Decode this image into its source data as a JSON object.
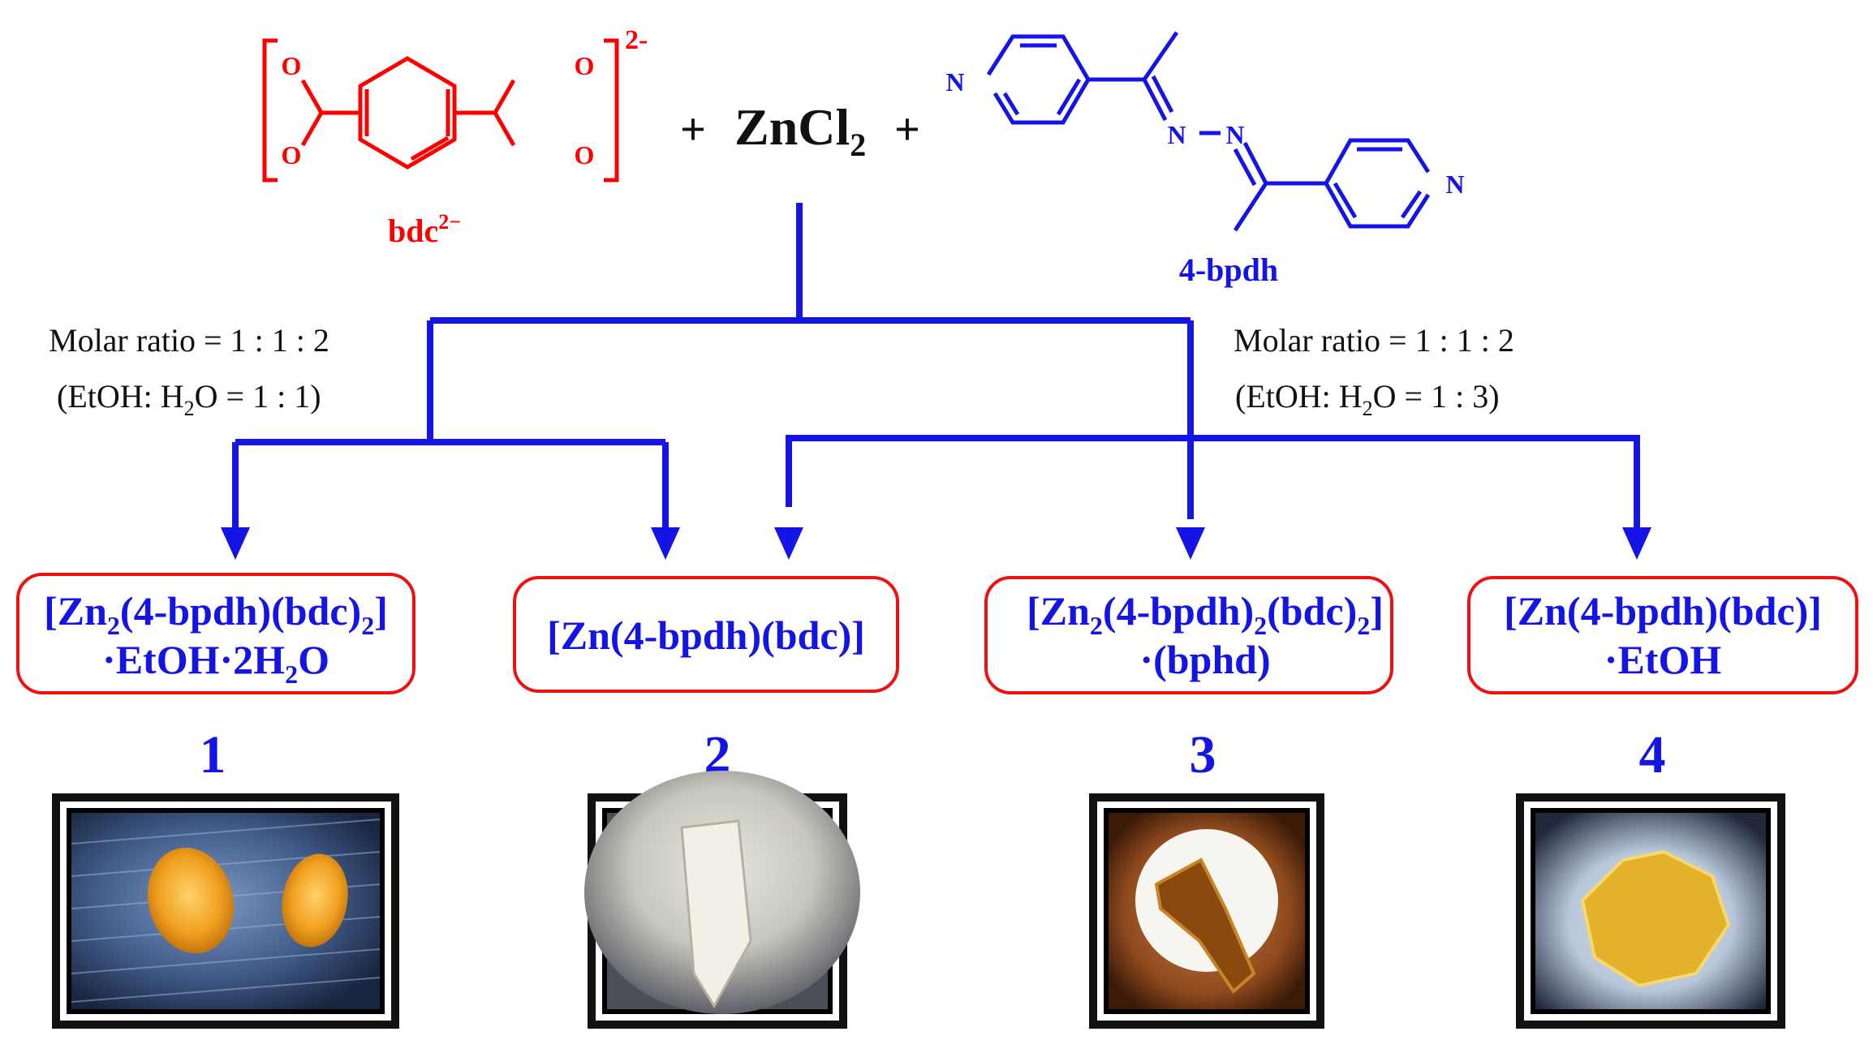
{
  "reactants": {
    "bdc": {
      "label": "bdc",
      "charge": "2−",
      "bracket_charge": "2-",
      "atom_o": "O"
    },
    "plus_1": "+",
    "zncl2": {
      "main": "ZnCl",
      "sub": "2"
    },
    "plus_2": "+",
    "bpdh": {
      "label": "4-bpdh",
      "atom_n": "N"
    }
  },
  "conditions": {
    "left": {
      "ratio": "Molar ratio = 1 : 1 : 2",
      "solvent_pre": "(EtOH: H",
      "solvent_sub": "2",
      "solvent_post": "O = 1 : 1)"
    },
    "right": {
      "ratio": "Molar ratio = 1 : 1 : 2",
      "solvent_pre": "(EtOH: H",
      "solvent_sub": "2",
      "solvent_post": "O = 1 : 3)"
    }
  },
  "products": [
    {
      "number": "1",
      "line1": {
        "a": "[Zn",
        "s1": "2",
        "b": "(4-bpdh)(bdc)",
        "s2": "2",
        "c": "]"
      },
      "line2": {
        "a": "·EtOH·2H",
        "s1": "2",
        "b": "O"
      }
    },
    {
      "number": "2",
      "line1": {
        "a": "[Zn(4-bpdh)(bdc)]"
      }
    },
    {
      "number": "3",
      "line1": {
        "a": "[Zn",
        "s1": "2",
        "b": "(4-bpdh)",
        "s2": "2",
        "c": "(bdc)",
        "s3": "2",
        "d": "]"
      },
      "line2": {
        "a": "·(bphd)"
      }
    },
    {
      "number": "4",
      "line1": {
        "a": "[Zn(4-bpdh)(bdc)]"
      },
      "line2": {
        "a": "·EtOH"
      }
    }
  ],
  "colors": {
    "bdc": "#ff0000",
    "ligand": "#1414e6",
    "arrows": "#1414e6",
    "box_border": "#ee1111"
  }
}
